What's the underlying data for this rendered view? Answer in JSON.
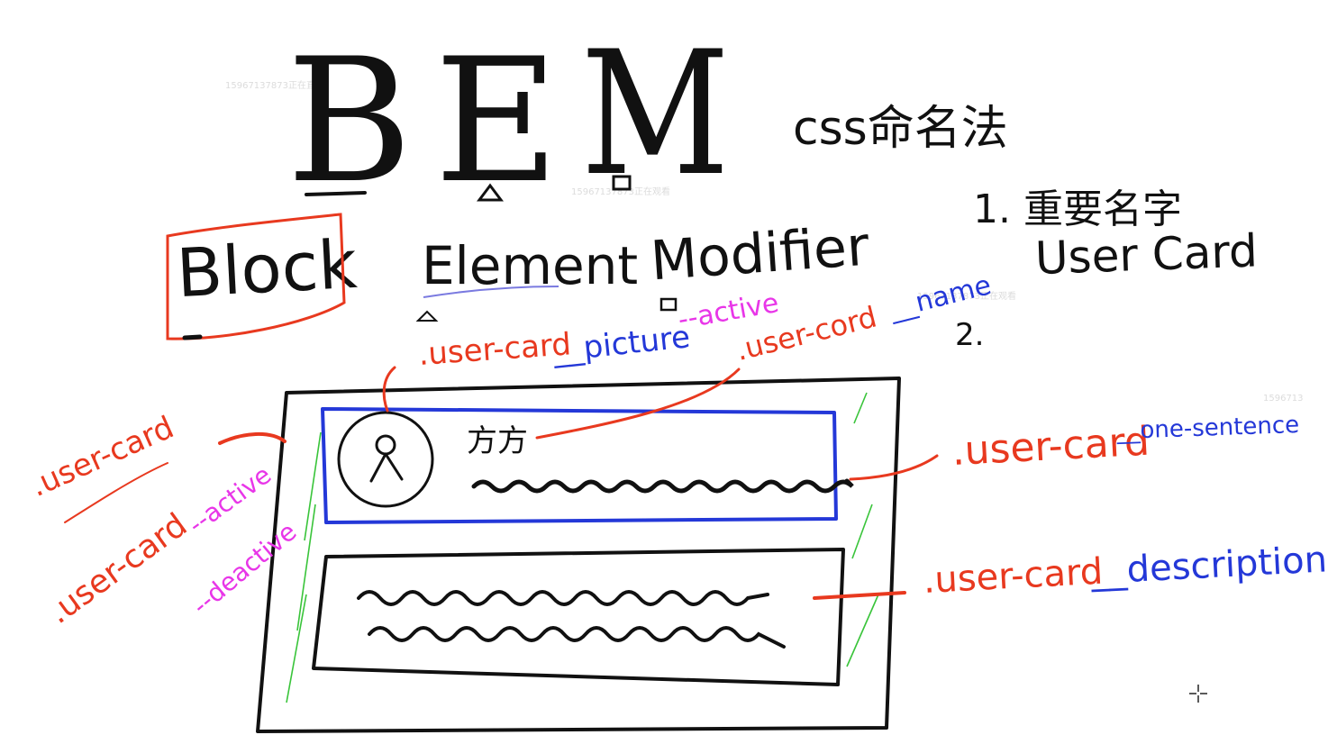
{
  "watermarks": [
    "15967137873正在直播",
    "15967137873正在观看",
    "15967137873正在观看",
    "1596713"
  ],
  "title_letters": [
    "B",
    "E",
    "M"
  ],
  "subtitle": "css命名法",
  "words": {
    "block": "Block",
    "element": "Element",
    "modifier": "Modifier"
  },
  "notes": {
    "item1": "1. 重要名字",
    "user_card": "User Card",
    "item2": "2."
  },
  "labels": {
    "picture_block": ".user-card",
    "picture_elem": "__picture",
    "picture_mod": "--active",
    "name_block": ".user-cord",
    "name_elem": "__name",
    "card_label": ".user-card",
    "one_sentence_block": ".user-card",
    "one_sentence_elem": "__one-sentence",
    "desc_block": ".user-card",
    "desc_elem": "__description",
    "mod_block": ".user-card",
    "mod_active": "--active",
    "mod_deactive": "--deactive"
  },
  "card": {
    "name_text": "方方"
  },
  "colors": {
    "block": "#e8391f",
    "element": "#2438d8",
    "modifier": "#e836e8",
    "ink": "#111111",
    "hatch": "#39c43a"
  }
}
